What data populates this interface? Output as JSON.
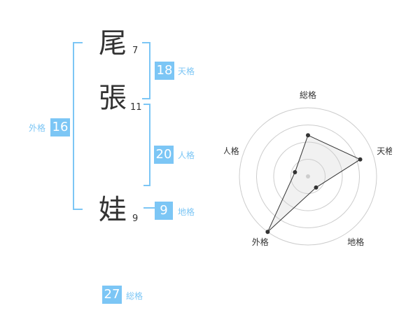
{
  "name_chars": [
    {
      "char": "尾",
      "strokes": "7"
    },
    {
      "char": "張",
      "strokes": "11"
    },
    {
      "char": "娃",
      "strokes": "9"
    }
  ],
  "fortune": {
    "tenkaku": {
      "value": "18",
      "label": "天格"
    },
    "jinkaku": {
      "value": "20",
      "label": "人格"
    },
    "chikaku": {
      "value": "9",
      "label": "地格"
    },
    "gaikaku": {
      "value": "16",
      "label": "外格"
    },
    "soukaku": {
      "value": "27",
      "label": "総格"
    }
  },
  "colors": {
    "accent": "#7cc6f5",
    "text": "#333333"
  },
  "chart_data": {
    "type": "radar",
    "axes": [
      "総格",
      "天格",
      "地格",
      "外格",
      "人格"
    ],
    "values": [
      3,
      4,
      1,
      5,
      1
    ],
    "max": 5,
    "rings": 4,
    "grid": true
  }
}
